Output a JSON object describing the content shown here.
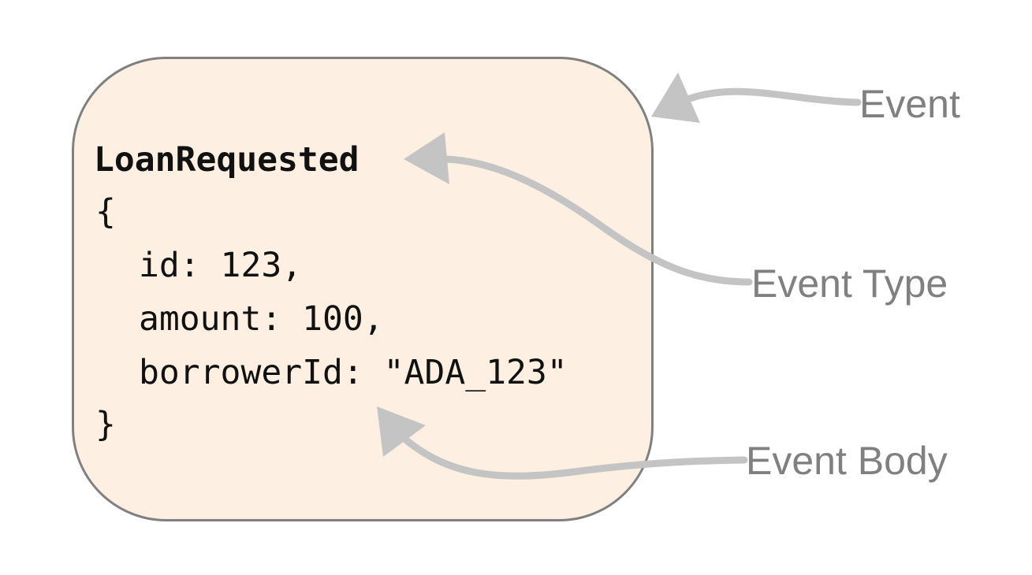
{
  "colors": {
    "card_fill": "#fdf0e3",
    "card_border": "#808080",
    "arrow": "#c4c4c4",
    "label_text": "#808080",
    "code_text": "#111111"
  },
  "event": {
    "type": "LoanRequested",
    "open_brace": "{",
    "fields": [
      "id: 123,",
      "amount: 100,",
      "borrowerId: \"ADA_123\""
    ],
    "close_brace": "}"
  },
  "labels": {
    "event": "Event",
    "event_type": "Event Type",
    "event_body": "Event Body"
  }
}
